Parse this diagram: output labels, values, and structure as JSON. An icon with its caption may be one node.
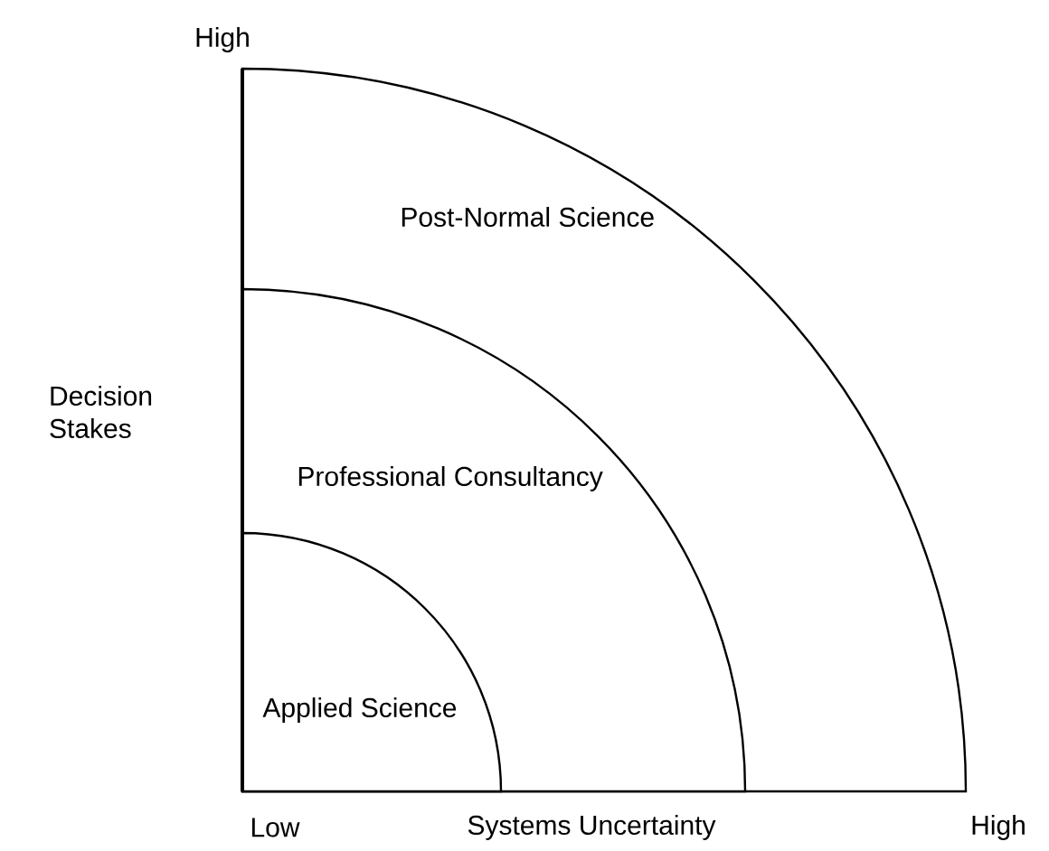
{
  "diagram": {
    "nodes": [
      {
        "text": [
          "Post-Normal Science"
        ]
      },
      {
        "text": [
          "Professional Consultancy"
        ],
        "in": 0
      },
      {
        "text": [
          "Applied Science"
        ],
        "in": 1
      }
    ],
    "labels": [
      "High",
      "Decision Stakes",
      "Low",
      "Systems Uncertainty",
      "High"
    ]
  }
}
